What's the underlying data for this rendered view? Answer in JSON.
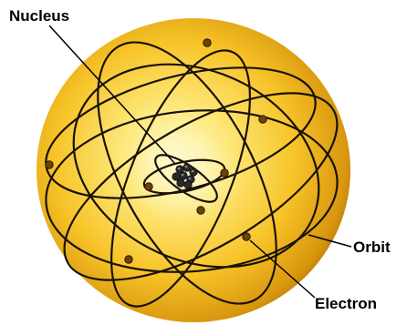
{
  "labels": {
    "nucleus": "Nucleus",
    "orbit": "Orbit",
    "electron": "Electron"
  },
  "colors": {
    "sphere_highlight": "#fffbd0",
    "sphere_mid": "#f7c428",
    "sphere_edge": "#c98a10",
    "sphere_rim": "#a06a08",
    "orbit_line": "#1a1206",
    "nucleus_particle": "#2a2a2a",
    "label_text": "#000000"
  }
}
